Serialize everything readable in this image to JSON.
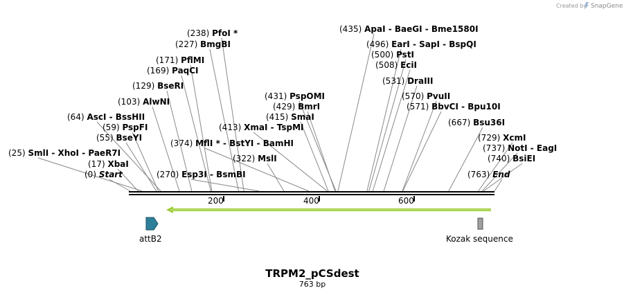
{
  "credit": {
    "prefix": "Created by",
    "brand": "SnapGene"
  },
  "title": "TRPM2_pCSdest",
  "subtitle": "763 bp",
  "sequence_length": 763,
  "axis_ticks": [
    "200",
    "400",
    "600"
  ],
  "labels": [
    {
      "pos": "(0)",
      "name": "Start",
      "bp": 0,
      "italic": true
    },
    {
      "pos": "(17)",
      "name": "XbaI",
      "bp": 17
    },
    {
      "pos": "(25)",
      "name": "SmlI - XhoI - PaeR7I",
      "bp": 25
    },
    {
      "pos": "(55)",
      "name": "BseYI",
      "bp": 55
    },
    {
      "pos": "(59)",
      "name": "PspFI",
      "bp": 59
    },
    {
      "pos": "(64)",
      "name": "AscI - BssHII",
      "bp": 64
    },
    {
      "pos": "(103)",
      "name": "AlwNI",
      "bp": 103
    },
    {
      "pos": "(129)",
      "name": "BseRI",
      "bp": 129
    },
    {
      "pos": "(169)",
      "name": "PaqCI",
      "bp": 169
    },
    {
      "pos": "(171)",
      "name": "PflMI",
      "bp": 171
    },
    {
      "pos": "(227)",
      "name": "BmgBI",
      "bp": 227
    },
    {
      "pos": "(238)",
      "name": "PfoI *",
      "bp": 238
    },
    {
      "pos": "(270)",
      "name": "Esp3I - BsmBI",
      "bp": 270
    },
    {
      "pos": "(374)",
      "name": "MflI * - BstYI - BamHI",
      "bp": 374
    },
    {
      "pos": "(322)",
      "name": "MslI",
      "bp": 322
    },
    {
      "pos": "(413)",
      "name": "XmaI - TspMI",
      "bp": 413
    },
    {
      "pos": "(415)",
      "name": "SmaI",
      "bp": 415
    },
    {
      "pos": "(429)",
      "name": "BmrI",
      "bp": 429
    },
    {
      "pos": "(431)",
      "name": "PspOMI",
      "bp": 431
    },
    {
      "pos": "(435)",
      "name": "ApaI - BaeGI - Bme1580I",
      "bp": 435
    },
    {
      "pos": "(496)",
      "name": "EarI - SapI - BspQI",
      "bp": 496
    },
    {
      "pos": "(500)",
      "name": "PstI",
      "bp": 500
    },
    {
      "pos": "(508)",
      "name": "EciI",
      "bp": 508
    },
    {
      "pos": "(531)",
      "name": "DraIII",
      "bp": 531
    },
    {
      "pos": "(570)",
      "name": "PvuII",
      "bp": 570
    },
    {
      "pos": "(571)",
      "name": "BbvCI - Bpu10I",
      "bp": 571
    },
    {
      "pos": "(667)",
      "name": "Bsu36I",
      "bp": 667
    },
    {
      "pos": "(729)",
      "name": "XcmI",
      "bp": 729
    },
    {
      "pos": "(737)",
      "name": "NotI - EagI",
      "bp": 737
    },
    {
      "pos": "(740)",
      "name": "BsiEI",
      "bp": 740
    },
    {
      "pos": "(763)",
      "name": "End",
      "bp": 763,
      "italic": true
    }
  ],
  "features": [
    {
      "name": "attB2",
      "color": "#2e7f99"
    },
    {
      "name": "Kozak sequence",
      "color": "#a0a0a0"
    }
  ],
  "orf_color": "#9acd32"
}
